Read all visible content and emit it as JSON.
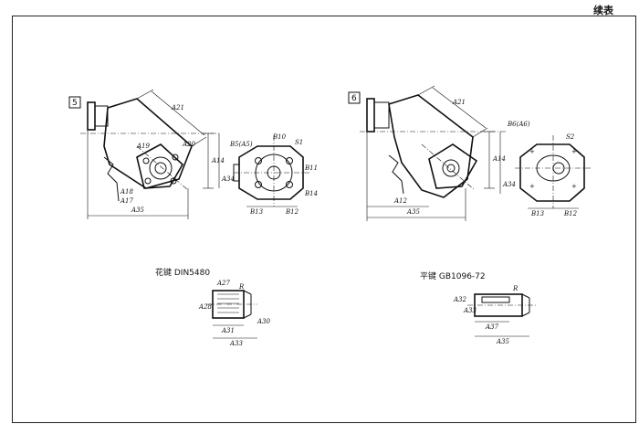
{
  "page": {
    "corner_label": "续表",
    "colors": {
      "line": "#111111",
      "paper": "#ffffff"
    }
  },
  "figure5": {
    "number": "5",
    "labels": {
      "a21": "A21",
      "a20": "A20",
      "a19": "A19",
      "a18": "A18",
      "a17": "A17",
      "a14": "A14",
      "a34": "A34",
      "a35": "A35",
      "b5": "B5(A5)",
      "b10": "B10",
      "b11": "B11",
      "b12": "B12",
      "b13": "B13",
      "b14": "B14",
      "s1": "S1"
    }
  },
  "figure6": {
    "number": "6",
    "labels": {
      "a21": "A21",
      "a14": "A14",
      "a34": "A34",
      "a12": "A12",
      "a35": "A35",
      "b6": "B6(A6)",
      "b12": "B12",
      "b13": "B13",
      "s2": "S2"
    }
  },
  "spline": {
    "caption": "花键 DIN5480",
    "labels": {
      "a27": "A27",
      "r": "R",
      "a28": "A28",
      "a30": "A30",
      "a31": "A31",
      "a33": "A33"
    }
  },
  "flatkey": {
    "caption": "平键 GB1096-72",
    "labels": {
      "r": "R",
      "a32": "A32",
      "a33": "A33",
      "a37": "A37",
      "a35": "A35"
    }
  }
}
